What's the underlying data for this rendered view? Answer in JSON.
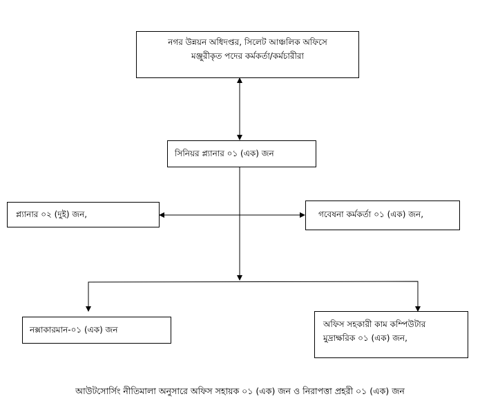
{
  "top_box": {
    "line1": "নগর উন্নয়ন অধিদপ্তর, সিলেট আঞ্চলিক অফিসে",
    "line2": "মঞ্জুরীকৃত পদের কর্মকর্তা/কর্মচারীরা"
  },
  "senior_planner": "সিনিয়র প্ল্যানার ০১ (এক) জন",
  "planner": "প্ল্যানার ০২ (দুই) জন,",
  "research_officer": "গবেষনা কর্মকর্তা ০১ (এক) জন,",
  "draftsman": "নক্সাকারমান-০১ (এক) জন",
  "office_assistant": {
    "line1": "অফিস সহকারী কাম কম্পিউটার",
    "line2": "মুদ্রাক্ষরিক ০১ (এক) জন,"
  },
  "footer": "আউটসোর্সিং নীতিমালা অনুসারে অফিস সহায়ক ০১ (এক) জন ও নিরাপত্তা প্রহরী ০১ (এক) জন"
}
